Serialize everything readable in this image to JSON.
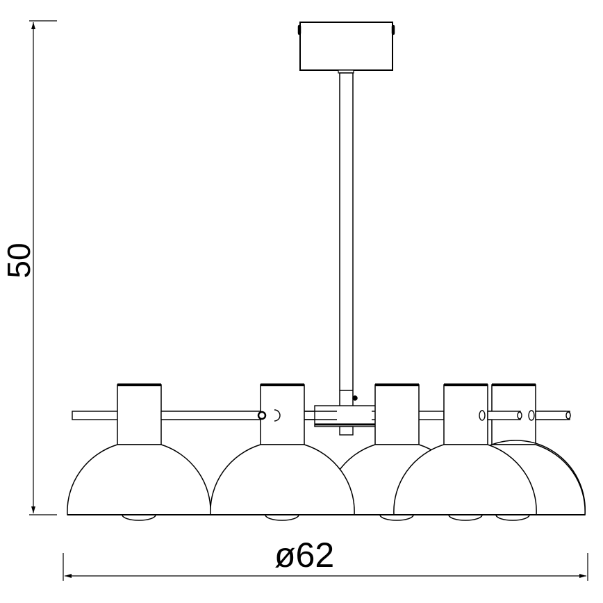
{
  "diagram": {
    "type": "technical-drawing",
    "subject": "pendant lamp with five dome shades",
    "line_color": "#000000",
    "background": "#ffffff"
  },
  "dimensions": {
    "height": {
      "value": "50",
      "orientation": "vertical"
    },
    "diameter": {
      "symbol": "ø",
      "value": "62",
      "label": "ø62",
      "orientation": "horizontal"
    }
  },
  "components": {
    "canopy": "ceiling canopy",
    "rod": "down rod",
    "hub": "central hub",
    "arms": "horizontal arms",
    "shades": [
      {
        "id": 1
      },
      {
        "id": 2
      },
      {
        "id": 3
      },
      {
        "id": 4
      },
      {
        "id": 5
      }
    ]
  }
}
